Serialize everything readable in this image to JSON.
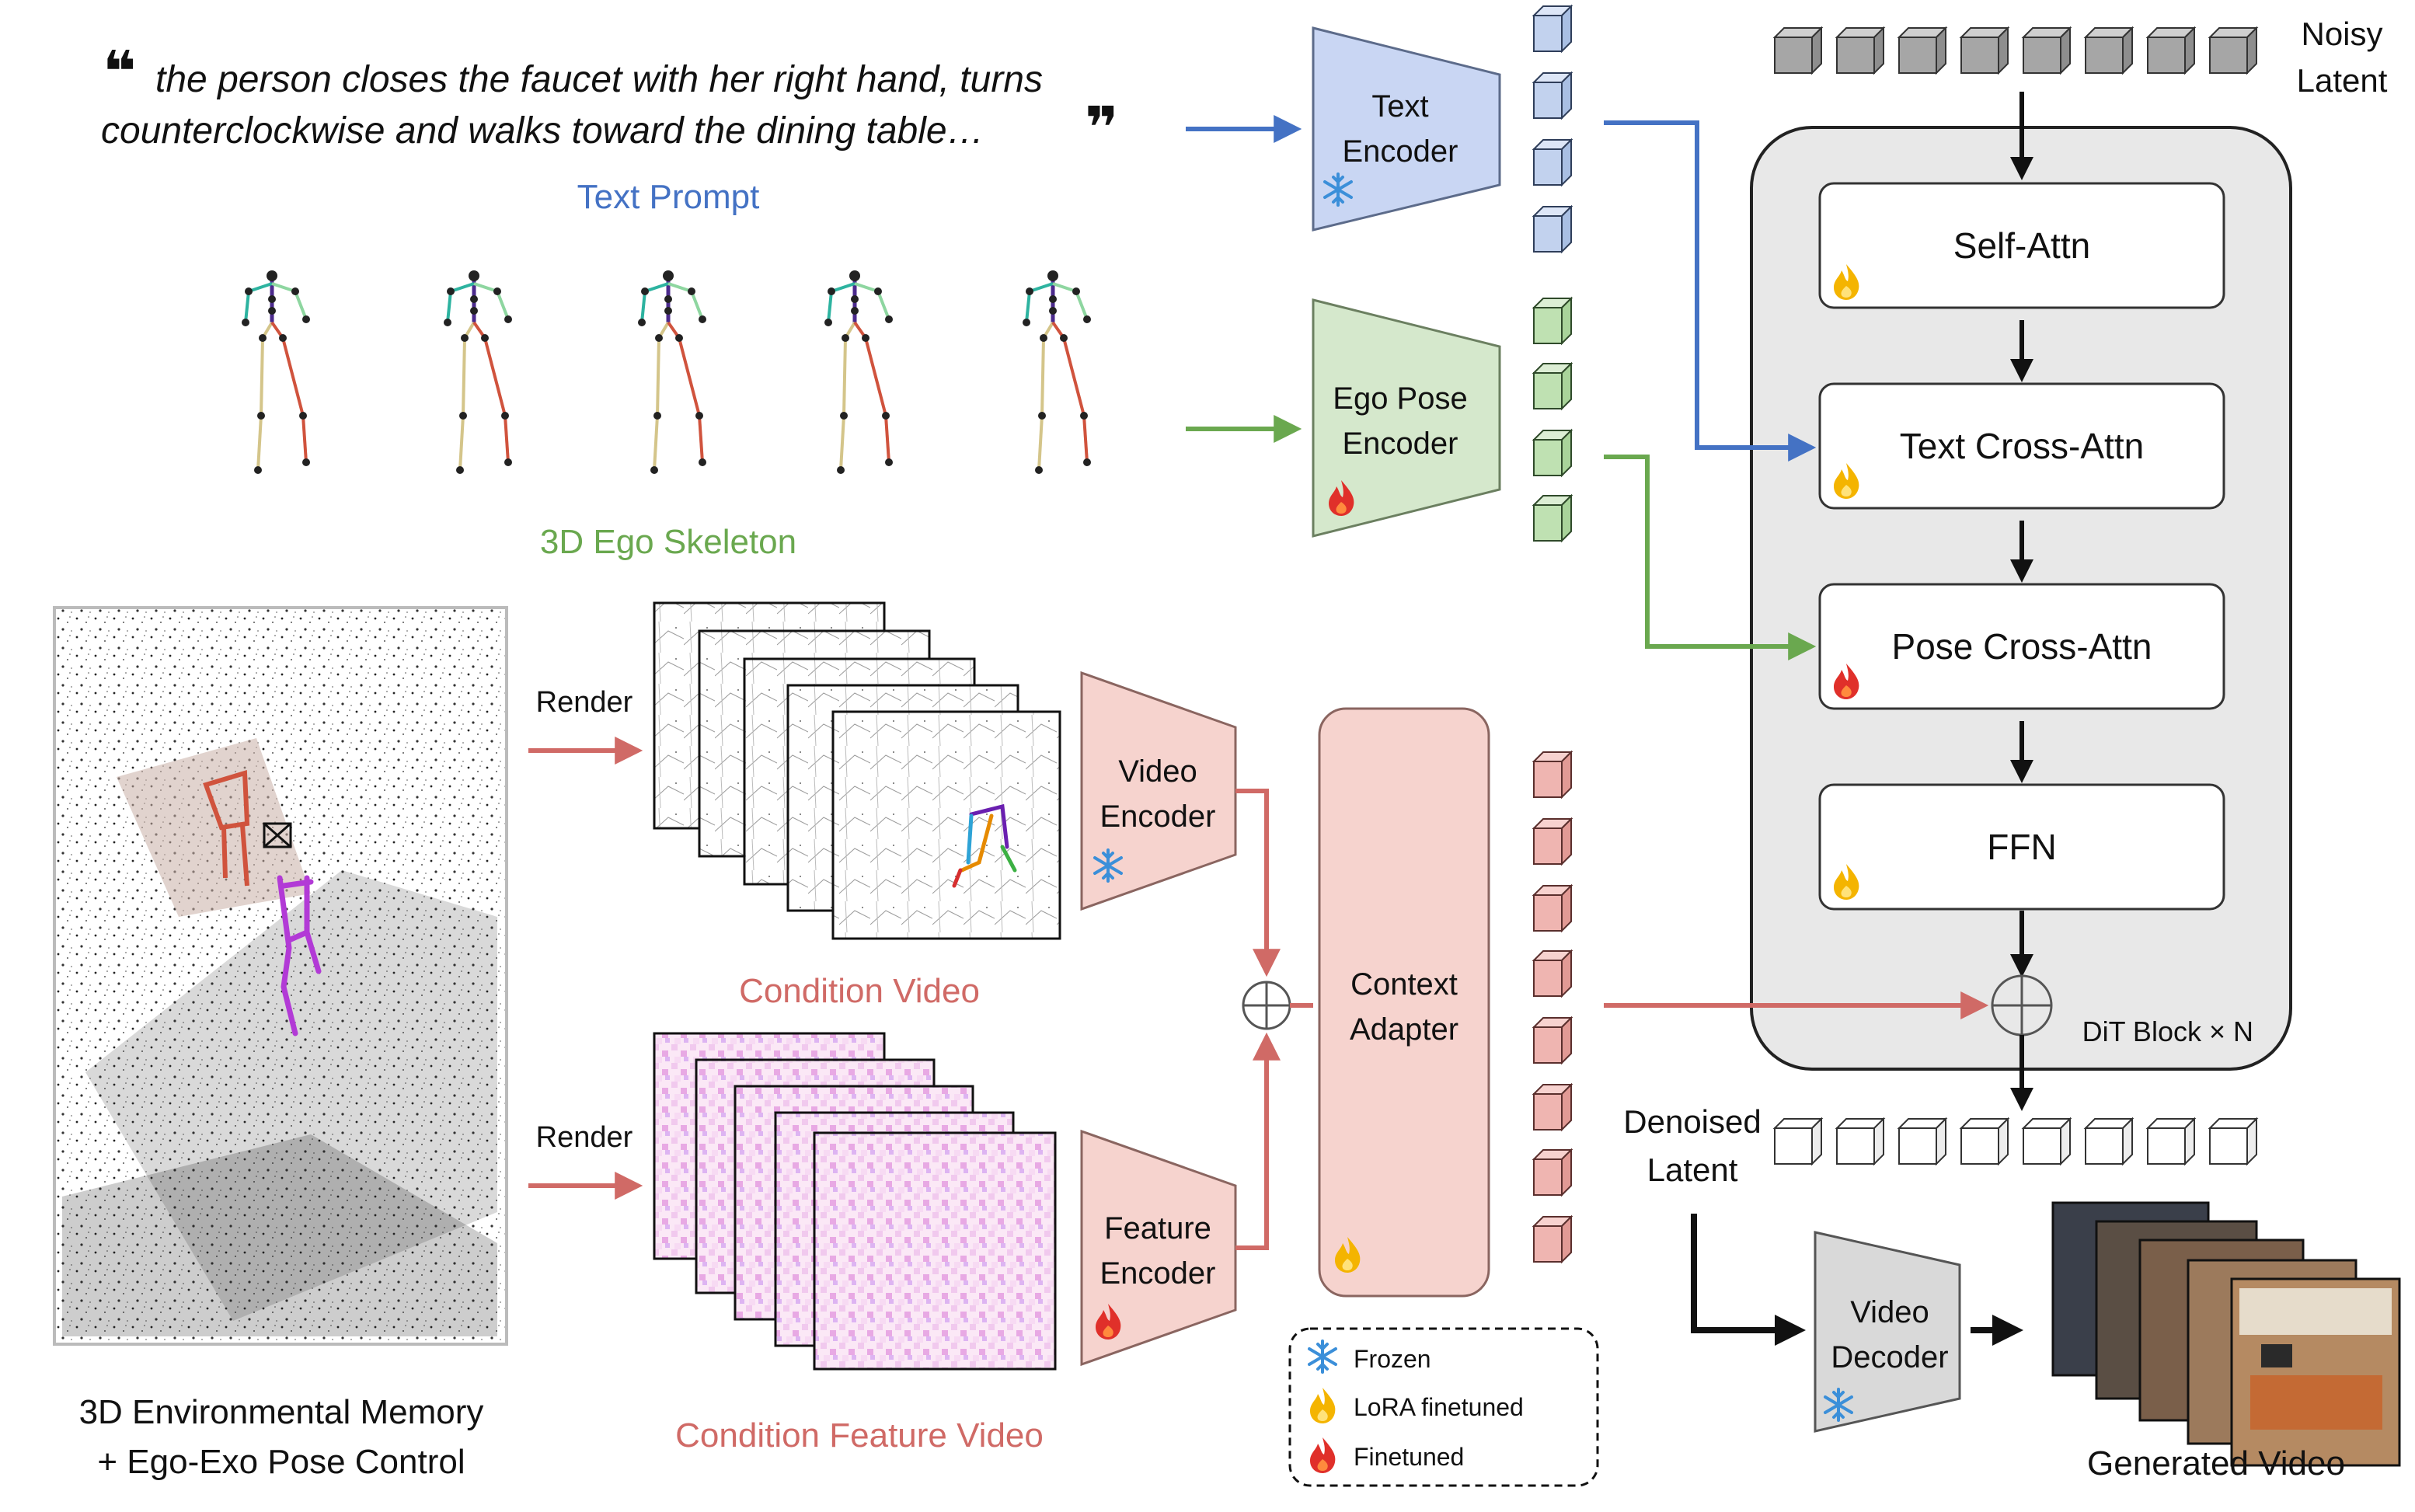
{
  "quote": {
    "line1": "the person closes the faucet with her right hand, turns",
    "line2": "counterclockwise and walks toward the dining table…",
    "open_mark": "❝",
    "close_mark": "❞"
  },
  "labels": {
    "text_prompt": "Text Prompt",
    "ego_skeleton": "3D Ego Skeleton",
    "render_1": "Render",
    "render_2": "Render",
    "condition_video": "Condition Video",
    "condition_feature_video": "Condition Feature Video",
    "env_memory_1": "3D Environmental Memory",
    "env_memory_2": "+ Ego-Exo Pose Control",
    "noisy_latent_1": "Noisy",
    "noisy_latent_2": "Latent",
    "denoised_latent_1": "Denoised",
    "denoised_latent_2": "Latent",
    "generated_video": "Generated Video",
    "dit_block": "DiT Block × N"
  },
  "encoders": {
    "text_1": "Text",
    "text_2": "Encoder",
    "pose_1": "Ego Pose",
    "pose_2": "Encoder",
    "video_1": "Video",
    "video_2": "Encoder",
    "feature_1": "Feature",
    "feature_2": "Encoder",
    "decoder_1": "Video",
    "decoder_2": "Decoder",
    "adapter_1": "Context",
    "adapter_2": "Adapter"
  },
  "dit_layers": [
    "Self-Attn",
    "Text Cross-Attn",
    "Pose Cross-Attn",
    "FFN"
  ],
  "legend": {
    "frozen": "Frozen",
    "lora": "LoRA finetuned",
    "finetuned": "Finetuned"
  },
  "icons": {
    "frozen": "snowflake-icon",
    "lora": "flame-yellow-icon",
    "finetuned": "flame-red-icon"
  },
  "colors": {
    "text_blue": "#4472C4",
    "pose_green": "#6AA84F",
    "cond_red": "#D06A66",
    "text_fill": "#C9D6F3",
    "pose_fill": "#D5E8CC",
    "cond_fill": "#F6D3CE",
    "dit_bg": "#E8E8E8"
  }
}
